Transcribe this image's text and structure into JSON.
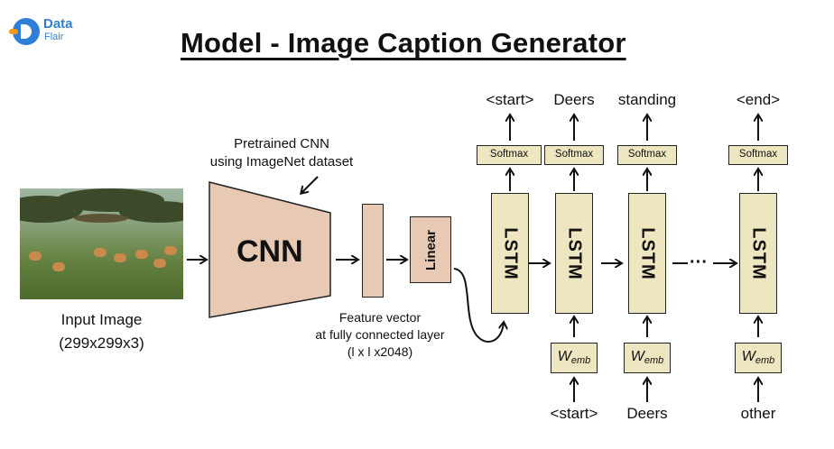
{
  "logo": {
    "line1": "Data",
    "line2": "Flair"
  },
  "title": "Model - Image Caption Generator",
  "input": {
    "label": "Input Image",
    "dims": "(299x299x3)"
  },
  "cnn": {
    "label": "CNN",
    "note_line1": "Pretrained CNN",
    "note_line2": "using ImageNet dataset"
  },
  "feature": {
    "line1": "Feature vector",
    "line2": "at fully connected layer",
    "line3": "(l x l x2048)"
  },
  "linear": {
    "label": "Linear"
  },
  "lstm_label": "LSTM",
  "softmax_label": "Softmax",
  "wemb": {
    "base": "W",
    "sub": "emb"
  },
  "ellipsis": "···",
  "outputs": [
    "<start>",
    "Deers",
    "standing",
    "<end>"
  ],
  "inputs": [
    "<start>",
    "Deers",
    "other"
  ]
}
